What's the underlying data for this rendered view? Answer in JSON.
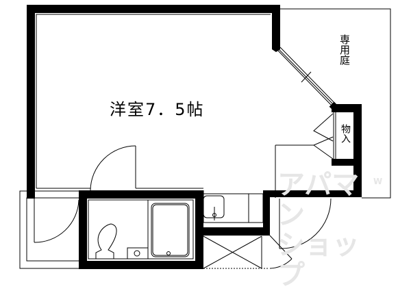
{
  "floor_plan": {
    "rooms": [
      {
        "id": "western_room",
        "label": "洋室7．5帖",
        "type": "洋室",
        "size_jo": 7.5
      },
      {
        "id": "private_garden",
        "label": "専用庭",
        "type": "garden"
      },
      {
        "id": "storage",
        "label": "物入",
        "type": "closet"
      },
      {
        "id": "unit_bath",
        "label": "",
        "type": "bathroom",
        "fixtures": [
          "toilet",
          "bathtub",
          "washbasin"
        ]
      },
      {
        "id": "kitchen",
        "label": "",
        "type": "kitchen",
        "fixtures": [
          "sink"
        ]
      },
      {
        "id": "entrance",
        "label": "",
        "type": "entrance"
      }
    ],
    "watermark": {
      "text": "アパマンショップ",
      "line1": "アパマン",
      "line2": "ショップ",
      "mark": "W"
    },
    "colors": {
      "wall": "#000000",
      "background": "#ffffff",
      "watermark": "#e6e6e6"
    }
  }
}
